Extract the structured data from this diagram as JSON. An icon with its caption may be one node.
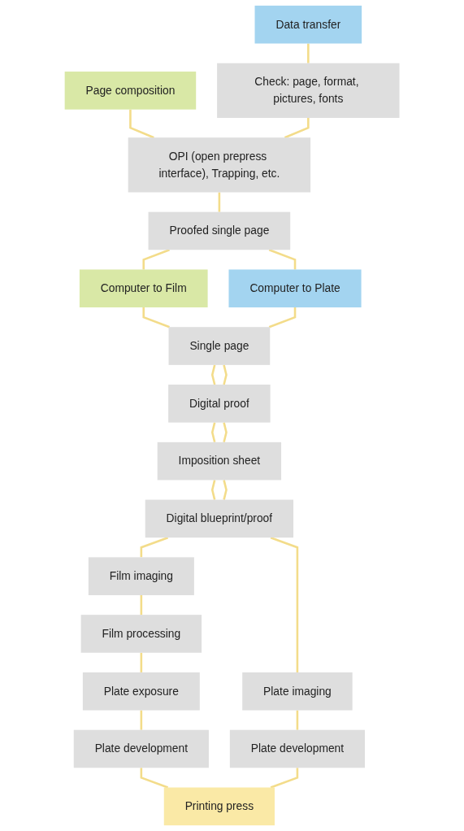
{
  "diagram": {
    "nodes": [
      {
        "text": [
          "Page composition"
        ]
      },
      {
        "text": [
          "Data transfer"
        ]
      },
      {
        "text": [
          "Check: page, format, pictures, fonts"
        ]
      },
      {
        "text": [
          "OPI (open prepress interface), Trapping, etc."
        ]
      },
      {
        "text": [
          "Proofed single page"
        ]
      },
      {
        "text": [
          "Computer to Film"
        ]
      },
      {
        "text": [
          "Computer to Plate"
        ]
      },
      {
        "text": [
          "Single page"
        ]
      },
      {
        "text": [
          "Digital proof"
        ]
      },
      {
        "text": [
          "Imposition sheet"
        ]
      },
      {
        "text": [
          "Digital blueprint/proof"
        ]
      },
      {
        "text": [
          "Film imaging"
        ]
      },
      {
        "text": [
          "Film processing"
        ]
      },
      {
        "text": [
          "Plate exposure"
        ]
      },
      {
        "text": [
          "Plate imaging"
        ]
      },
      {
        "text": [
          "Plate development"
        ]
      },
      {
        "text": [
          "Plate development"
        ]
      },
      {
        "text": [
          "Printing press"
        ]
      }
    ],
    "edges": [
      {
        "from": 0,
        "to": 3,
        "arrow": "none"
      },
      {
        "from": 1,
        "to": 2,
        "arrow": "none"
      },
      {
        "from": 2,
        "to": 3,
        "arrow": "none"
      },
      {
        "from": 3,
        "to": 4,
        "arrow": "none"
      },
      {
        "from": 4,
        "to": 5,
        "arrow": "none"
      },
      {
        "from": 4,
        "to": 6,
        "arrow": "none"
      },
      {
        "from": 5,
        "to": 7,
        "arrow": "none"
      },
      {
        "from": 6,
        "to": 7,
        "arrow": "none"
      },
      {
        "from": 7,
        "to": 8,
        "arrow": "none"
      },
      {
        "from": 7,
        "to": 8,
        "arrow": "none"
      },
      {
        "from": 8,
        "to": 9,
        "arrow": "none"
      },
      {
        "from": 8,
        "to": 9,
        "arrow": "none"
      },
      {
        "from": 9,
        "to": 10,
        "arrow": "none"
      },
      {
        "from": 9,
        "to": 10,
        "arrow": "none"
      },
      {
        "from": 10,
        "to": 11,
        "arrow": "none"
      },
      {
        "from": 11,
        "to": 12,
        "arrow": "none"
      },
      {
        "from": 12,
        "to": 13,
        "arrow": "none"
      },
      {
        "from": 13,
        "to": 15,
        "arrow": "none"
      },
      {
        "from": 15,
        "to": 17,
        "arrow": "none"
      },
      {
        "from": 10,
        "to": 14,
        "arrow": "none"
      },
      {
        "from": 14,
        "to": 16,
        "arrow": "none"
      },
      {
        "from": 16,
        "to": 17,
        "arrow": "none"
      }
    ]
  }
}
